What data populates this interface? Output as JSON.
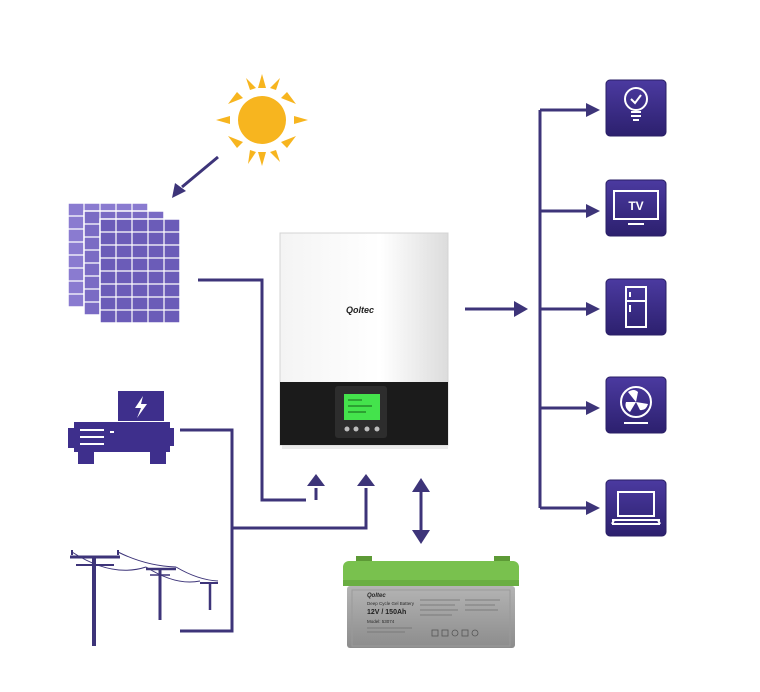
{
  "inverter": {
    "brand": "Qoltec"
  },
  "battery": {
    "brand": "Qoltec",
    "title": "Deep Cycle Gel Battery",
    "spec": "12V / 150Ah",
    "model": "Model: 53074"
  },
  "appliances": [
    {
      "name": "light-bulb-icon",
      "text": ""
    },
    {
      "name": "tv-icon",
      "text": "TV"
    },
    {
      "name": "fridge-icon",
      "text": ""
    },
    {
      "name": "fan-icon",
      "text": ""
    },
    {
      "name": "laptop-icon",
      "text": ""
    }
  ],
  "colors": {
    "line": "#3d3479",
    "tile": "#3e2f8c",
    "sun": "#f7b51f",
    "panel": "#7a6bc4",
    "battery_top": "#79c14e",
    "battery_body": "#a3a3a3",
    "screen": "#44e34c"
  }
}
